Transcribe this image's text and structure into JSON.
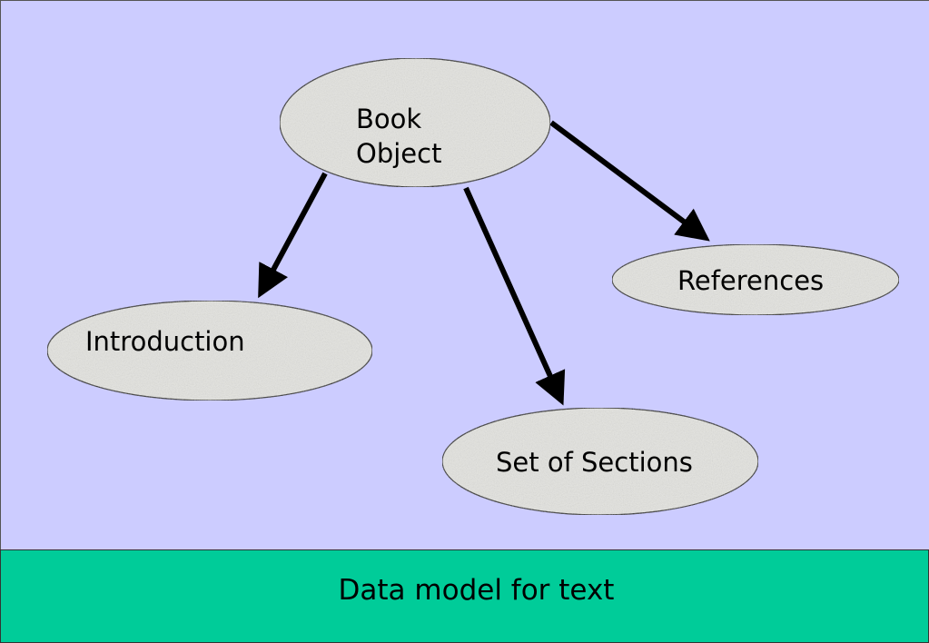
{
  "colors": {
    "diagram_background": "#ccccff",
    "caption_background": "#00cc99",
    "node_fill": "#e4e4e0",
    "node_stroke": "#000000",
    "arrow": "#000000"
  },
  "nodes": {
    "book_object": {
      "line1": "Book",
      "line2": "Object"
    },
    "introduction": {
      "label": "Introduction"
    },
    "references": {
      "label": "References"
    },
    "set_of_sections": {
      "label": "Set of Sections"
    }
  },
  "edges": [
    {
      "from": "Book Object",
      "to": "Introduction"
    },
    {
      "from": "Book Object",
      "to": "Set of Sections"
    },
    {
      "from": "Book Object",
      "to": "References"
    }
  ],
  "caption": "Data model for text"
}
